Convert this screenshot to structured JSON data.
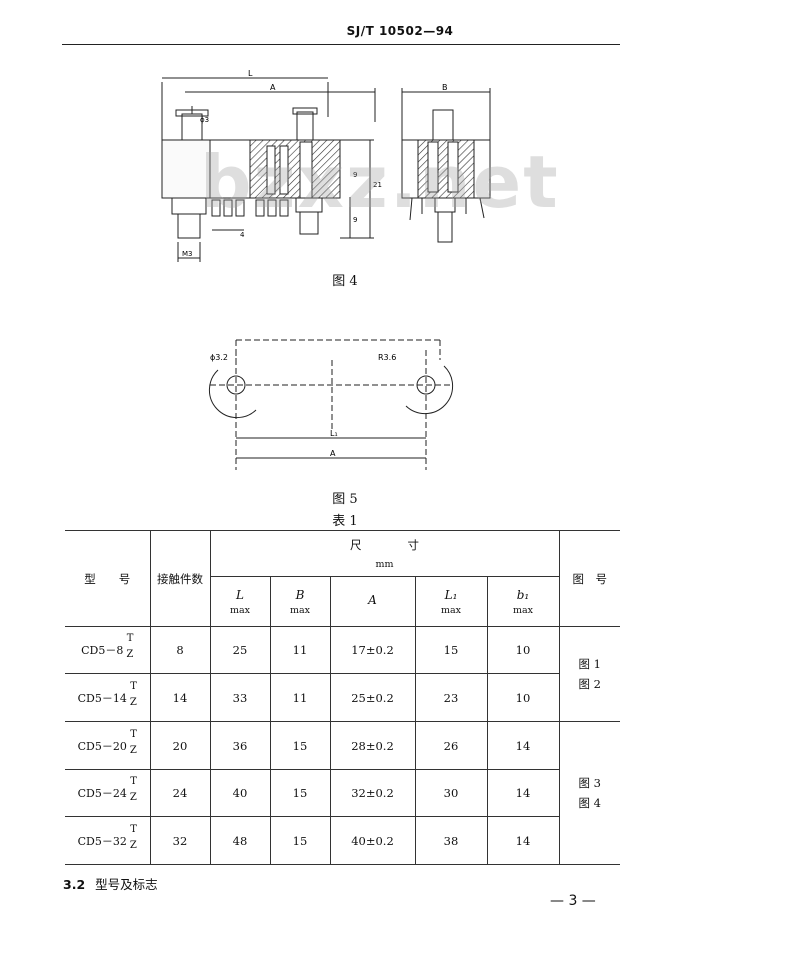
{
  "header": {
    "standard_code": "SJ/T 10502—94"
  },
  "figure4": {
    "caption": "图 4",
    "labels": {
      "L": "L",
      "A": "A",
      "B": "B",
      "phi3": "ϕ3",
      "nine_a": "9",
      "twentyone": "21",
      "nine_b": "9",
      "four": "4",
      "m3": "M3"
    }
  },
  "watermark": "bzxz.net",
  "figure5": {
    "caption": "图 5",
    "labels": {
      "d32": "ϕ3.2",
      "r36": "R3.6",
      "L1": "L₁",
      "A": "A"
    }
  },
  "table": {
    "caption": "表 1",
    "headers": {
      "model": "型　　号",
      "contacts": "接触件数",
      "size": "尺　　　　寸",
      "unit": "mm",
      "figure": "图　号",
      "cols": [
        {
          "sym": "L",
          "sub": "max"
        },
        {
          "sym": "B",
          "sub": "max"
        },
        {
          "sym": "A",
          "sub": ""
        },
        {
          "sym": "L₁",
          "sub": "max"
        },
        {
          "sym": "b₁",
          "sub": "max"
        }
      ]
    },
    "rows": [
      {
        "model": "CD5－8",
        "sup": "T",
        "sub": "Z",
        "contacts": "8",
        "L": "25",
        "B": "11",
        "A": "17±0.2",
        "L1": "15",
        "b1": "10"
      },
      {
        "model": "CD5－14",
        "sup": "T",
        "sub": "Z",
        "contacts": "14",
        "L": "33",
        "B": "11",
        "A": "25±0.2",
        "L1": "23",
        "b1": "10"
      },
      {
        "model": "CD5－20",
        "sup": "T",
        "sub": "Z",
        "contacts": "20",
        "L": "36",
        "B": "15",
        "A": "28±0.2",
        "L1": "26",
        "b1": "14"
      },
      {
        "model": "CD5－24",
        "sup": "T",
        "sub": "Z",
        "contacts": "24",
        "L": "40",
        "B": "15",
        "A": "32±0.2",
        "L1": "30",
        "b1": "14"
      },
      {
        "model": "CD5－32",
        "sup": "T",
        "sub": "Z",
        "contacts": "32",
        "L": "48",
        "B": "15",
        "A": "40±0.2",
        "L1": "38",
        "b1": "14"
      }
    ],
    "figure_groups": [
      {
        "lines": [
          "图 1",
          "图 2"
        ]
      },
      {
        "lines": [
          "图 3",
          "图 4"
        ]
      }
    ]
  },
  "section": {
    "number": "3.2",
    "title": "型号及标志"
  },
  "page_number": "— 3 —"
}
